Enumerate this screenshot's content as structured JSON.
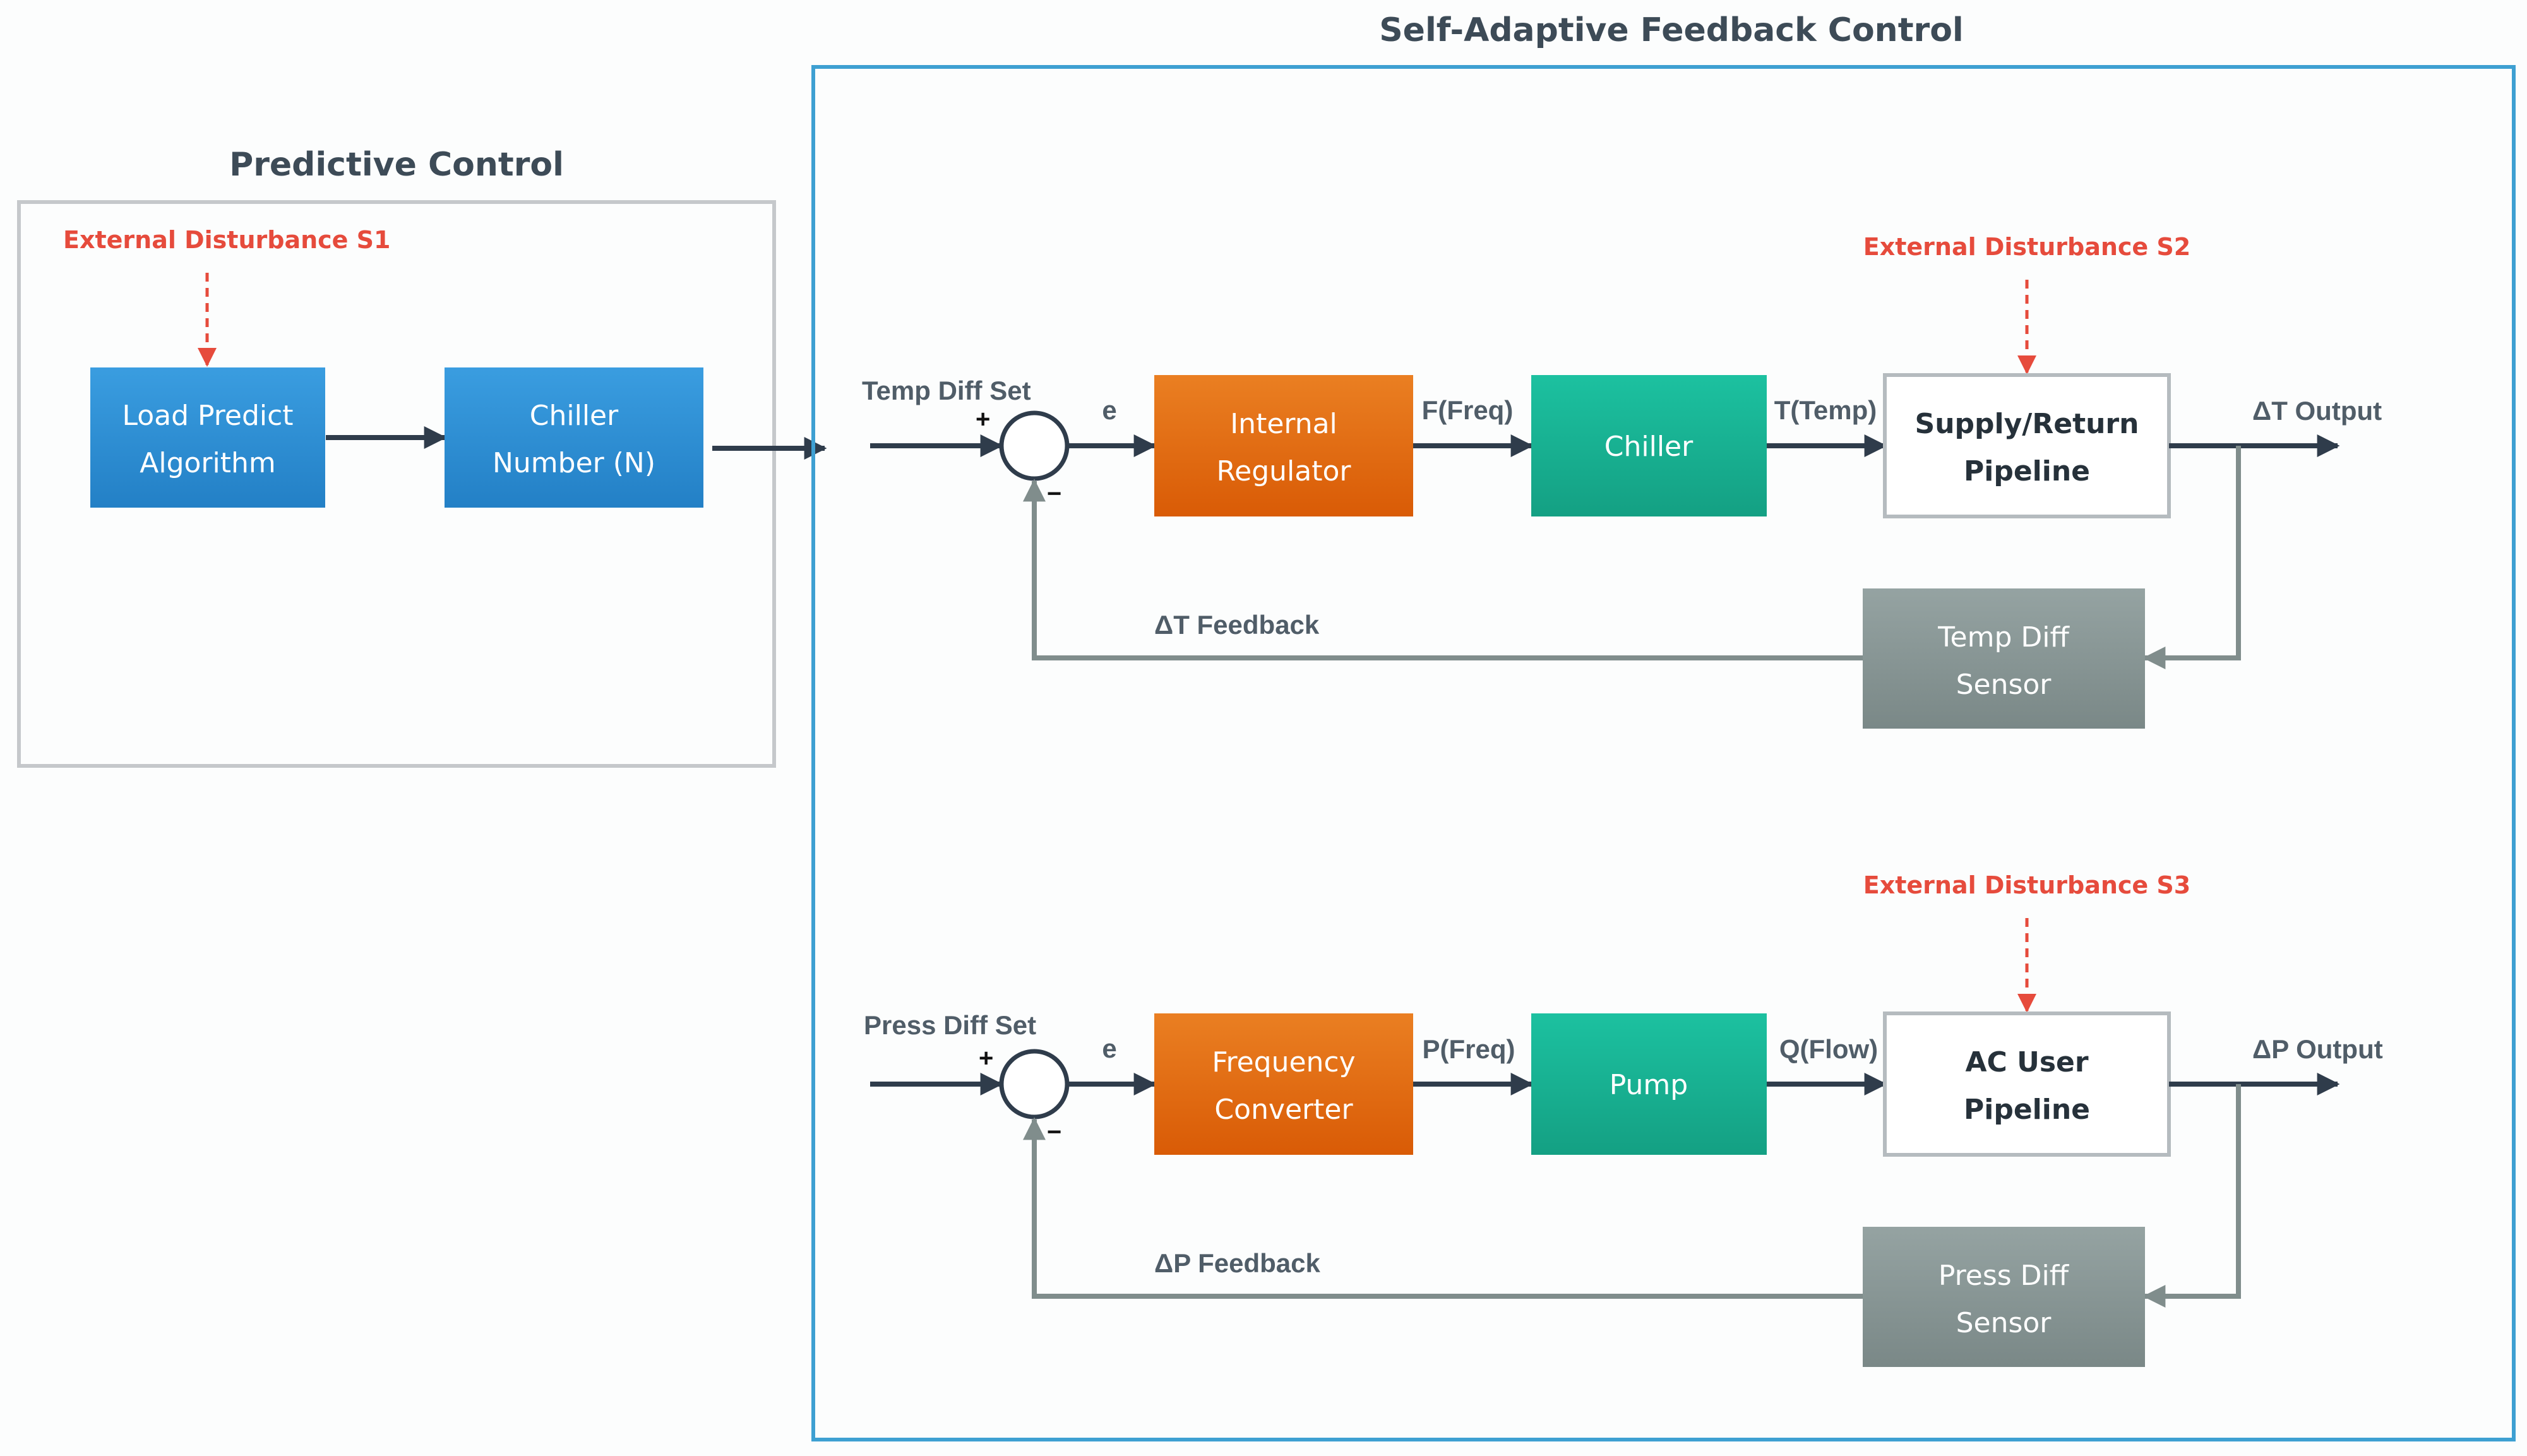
{
  "colors": {
    "background": "#fcfdfd",
    "blue_block": "#2e8fd4",
    "orange_block": "#e46e15",
    "teal_block": "#18b092",
    "gray_block": "#879594",
    "disturbance": "#e64b3c",
    "line_dark": "#2f3c4b",
    "line_gray": "#808d8c",
    "frame_blue": "#3ea0d2",
    "frame_gray": "#c5c8cb"
  },
  "predictive": {
    "title": "Predictive Control",
    "disturbance": "External Disturbance S1",
    "load_predict": [
      "Load Predict",
      "Algorithm"
    ],
    "chiller_number": [
      "Chiller",
      "Number (N)"
    ]
  },
  "feedback": {
    "title": "Self-Adaptive Feedback Control",
    "temp_loop": {
      "setpoint": "Temp Diff Set",
      "plus": "+",
      "minus": "−",
      "error": "e",
      "controller": [
        "Internal",
        "Regulator"
      ],
      "control_signal": "F(Freq)",
      "actuator": "Chiller",
      "actuator_output": "T(Temp)",
      "disturbance": "External Disturbance S2",
      "plant": [
        "Supply/Return",
        "Pipeline"
      ],
      "output": "ΔT Output",
      "feedback": "ΔT Feedback",
      "sensor": [
        "Temp Diff",
        "Sensor"
      ]
    },
    "press_loop": {
      "setpoint": "Press Diff Set",
      "plus": "+",
      "minus": "−",
      "error": "e",
      "controller": [
        "Frequency",
        "Converter"
      ],
      "control_signal": "P(Freq)",
      "actuator": "Pump",
      "actuator_output": "Q(Flow)",
      "disturbance": "External Disturbance S3",
      "plant": [
        "AC User",
        "Pipeline"
      ],
      "output": "ΔP Output",
      "feedback": "ΔP Feedback",
      "sensor": [
        "Press Diff",
        "Sensor"
      ]
    }
  }
}
